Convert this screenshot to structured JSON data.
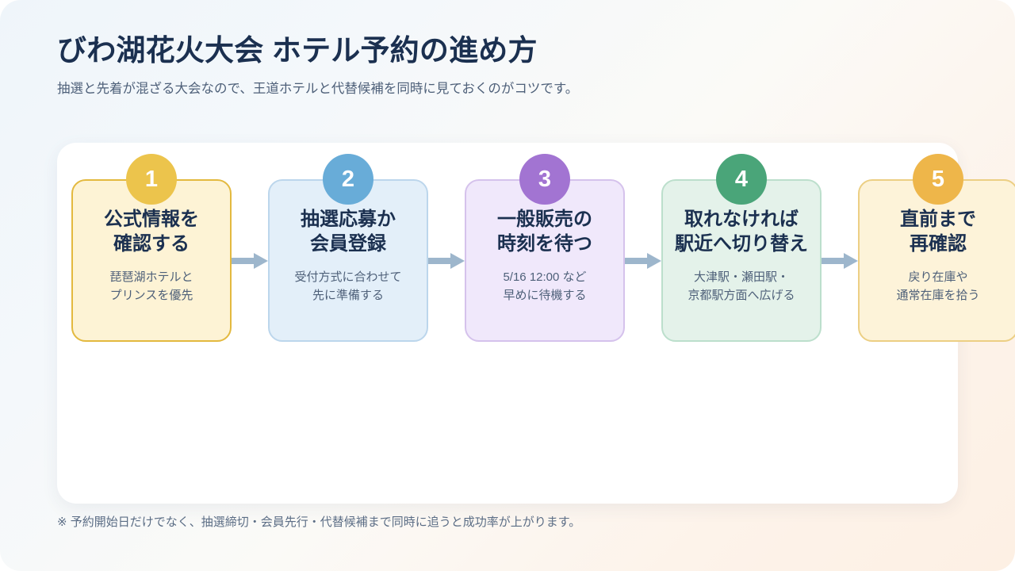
{
  "header": {
    "title": "びわ湖花火大会 ホテル予約の進め方",
    "subtitle": "抽選と先着が混ざる大会なので、王道ホテルと代替候補を同時に見ておくのがコツです。"
  },
  "theme": {
    "page_gradient_start": "#eff5fa",
    "page_gradient_end": "#fdf0e4",
    "panel_bg": "#ffffff",
    "title_color": "#1b3050",
    "subtitle_color": "#4e6079",
    "body_color": "#4e6079",
    "arrow_color": "#9db6cc"
  },
  "flow": {
    "arrow_icon": "arrow-right-icon",
    "steps": [
      {
        "number": "1",
        "title_line1": "公式情報を",
        "title_line2": "確認する",
        "desc_line1": "琵琶湖ホテルと",
        "desc_line2": "プリンスを優先",
        "badge_color": "#ecc44c",
        "card_bg": "#fdf3d5",
        "card_border": "#e3b93f"
      },
      {
        "number": "2",
        "title_line1": "抽選応募か",
        "title_line2": "会員登録",
        "desc_line1": "受付方式に合わせて",
        "desc_line2": "先に準備する",
        "badge_color": "#68acd8",
        "card_bg": "#e3eff9",
        "card_border": "#bcd6ec"
      },
      {
        "number": "3",
        "title_line1": "一般販売の",
        "title_line2": "時刻を待つ",
        "desc_line1": "5/16 12:00 など",
        "desc_line2": "早めに待機する",
        "badge_color": "#a274d2",
        "card_bg": "#f0e8fb",
        "card_border": "#d5c2ec"
      },
      {
        "number": "4",
        "title_line1": "取れなければ",
        "title_line2": "駅近へ切り替え",
        "desc_line1": "大津駅・瀬田駅・",
        "desc_line2": "京都駅方面へ広げる",
        "badge_color": "#4aa579",
        "card_bg": "#e4f2ea",
        "card_border": "#bcdfcc"
      },
      {
        "number": "5",
        "title_line1": "直前まで",
        "title_line2": "再確認",
        "desc_line1": "戻り在庫や",
        "desc_line2": "通常在庫を拾う",
        "badge_color": "#eeb64a",
        "card_bg": "#fdf3d9",
        "card_border": "#eccf84"
      }
    ]
  },
  "footnote": {
    "text": "※ 予約開始日だけでなく、抽選締切・会員先行・代替候補まで同時に追うと成功率が上がります。"
  }
}
